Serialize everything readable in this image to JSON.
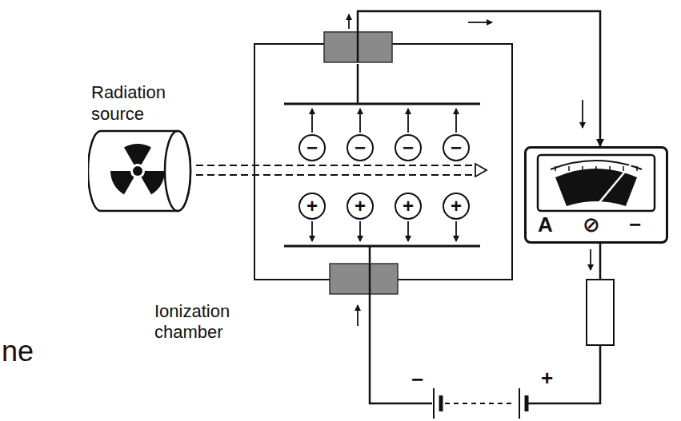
{
  "diagram": {
    "nodes": [
      {
        "text": [
          "Radiation source"
        ]
      },
      {
        "text": [
          "Ionization chamber"
        ]
      },
      {
        "text": [
          "−"
        ],
        "in": 1
      },
      {
        "text": [
          "−"
        ],
        "in": 1
      },
      {
        "text": [
          "−"
        ],
        "in": 1
      },
      {
        "text": [
          "−"
        ],
        "in": 1
      },
      {
        "text": [
          "+"
        ],
        "in": 1
      },
      {
        "text": [
          "+"
        ],
        "in": 1
      },
      {
        "text": [
          "+"
        ],
        "in": 1
      },
      {
        "text": [
          "+"
        ],
        "in": 1
      },
      {
        "text": [
          "A",
          "⊘",
          "−"
        ]
      }
    ],
    "edges": [
      {
        "from": 1,
        "to": 10,
        "arrow": "to"
      }
    ],
    "labels": [
      "−",
      "+",
      "ne"
    ]
  }
}
